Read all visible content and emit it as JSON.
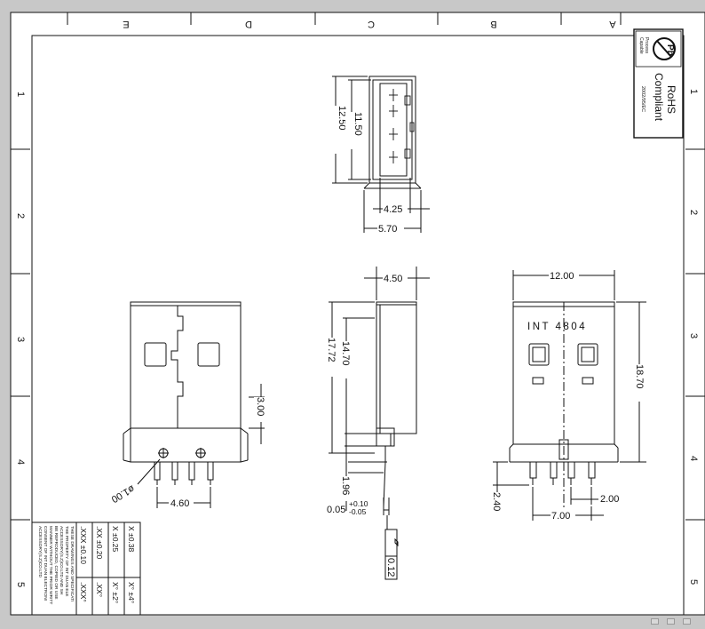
{
  "sheet": {
    "column_letters": [
      "E",
      "D",
      "C",
      "B",
      "A"
    ],
    "row_numbers": [
      "1",
      "2",
      "3",
      "4",
      "5"
    ]
  },
  "rohs": {
    "line1": "RoHS",
    "line2": "Compliant",
    "directive": "2002/95/EC",
    "pb_symbol": "Pb",
    "process_capable": [
      "Process",
      "Capable"
    ]
  },
  "dims": {
    "top_inner_h": "11.50",
    "top_outer_h": "12.50",
    "top_w_inner": "4.25",
    "top_w_outer": "5.70",
    "side_w": "4.50",
    "side_h1": "14.70",
    "side_h2": "17.72",
    "side_pin": "1.96",
    "side_tol_base": "0.05",
    "side_tol_plus": "+0.10",
    "side_tol_minus": "-0.05",
    "flatness": "0.12",
    "front_w": "12.00",
    "front_h": "18.70",
    "front_pin_spacing": "2.00",
    "front_pin_span": "7.00",
    "front_pin_len": "2.40",
    "bottom_h": "3.00",
    "bottom_pin_span": "4.60",
    "bottom_hole": "ø1.00"
  },
  "part_marking": "INT 4804",
  "tolerances": [
    {
      "a": "X  ±0.38",
      "b": "X°  ±4°"
    },
    {
      "a": "X  ±0.25",
      "b": "X°  ±2°"
    },
    {
      "a": ".XX  ±0.20",
      "b": ".XX°"
    },
    {
      "a": ".XXX  ±0.10",
      "b": ".XXX°"
    }
  ],
  "notes": [
    "THESE DRAWINGS AND SPECIFICATI",
    "THE PROPERTY OF INT DUAN ELE",
    "ACCESSORY(S.Z)CO.LTD AND SH",
    "BE REPRODUCED, COPIED OR USE",
    "MANNER WITHOUT THE PRIOR WRITT",
    "CONSENT OF INT DUAN ELECTRONI",
    "ACCESSORY(S.Z)CO.LTD"
  ],
  "colors": {
    "background": "#c8c8c8",
    "sheet": "#ffffff",
    "line": "#111111"
  },
  "icons": [
    "pb-free-icon",
    "datum-hole-icon",
    "flatness-symbol-icon"
  ]
}
